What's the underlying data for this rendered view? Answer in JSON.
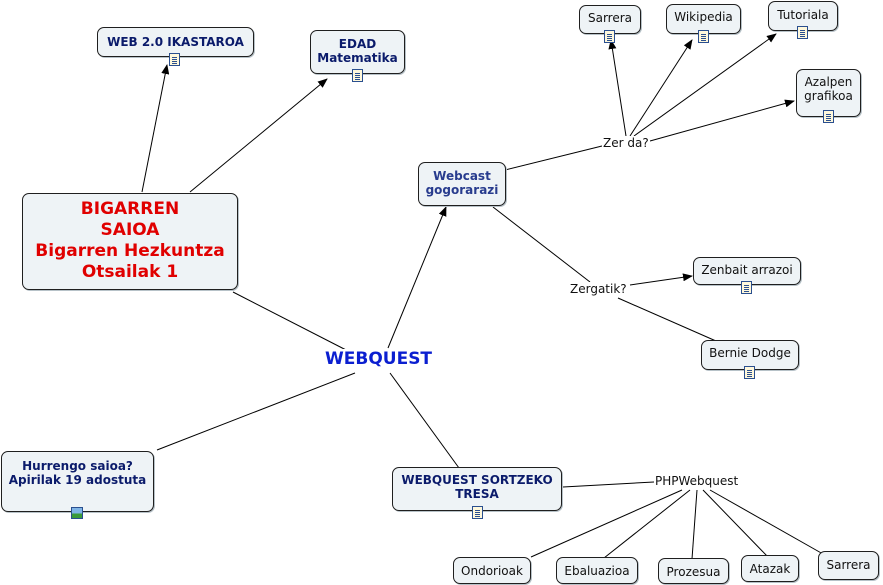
{
  "center": "WEBQUEST",
  "main_box": "BIGARREN\nSAIOA\nBigarren Hezkuntza\nOtsailak 1",
  "web20": "WEB 2.0 IKASTAROA",
  "edad": "EDAD\nMatematika",
  "webcast": "Webcast\ngogorarazi",
  "zerda": "Zer da?",
  "sarrera_top": "Sarrera",
  "wikipedia": "Wikipedia",
  "tutoriala": "Tutoriala",
  "azalpen": "Azalpen\ngrafikoa",
  "zergatik": "Zergatik?",
  "zenbait": "Zenbait arrazoi",
  "bernie": "Bernie Dodge",
  "hurrengo": "Hurrengo saioa?\nApirilak 19 adostuta",
  "sortzeko": "WEBQUEST SORTZEKO\nTRESA",
  "phpwebquest": "PHPWebquest",
  "ondorioak": "Ondorioak",
  "ebaluazioa": "Ebaluazioa",
  "prozesua": "Prozesua",
  "atazak": "Atazak",
  "sarrera_bottom": "Sarrera",
  "colors": {
    "line": "#000000",
    "node_fill": "#eef3f6",
    "title_red": "#e00000",
    "center_blue": "#0b1fd0",
    "navy": "#0b1b6b"
  },
  "icons": {
    "document": "document-icon",
    "picture": "picture-icon"
  }
}
